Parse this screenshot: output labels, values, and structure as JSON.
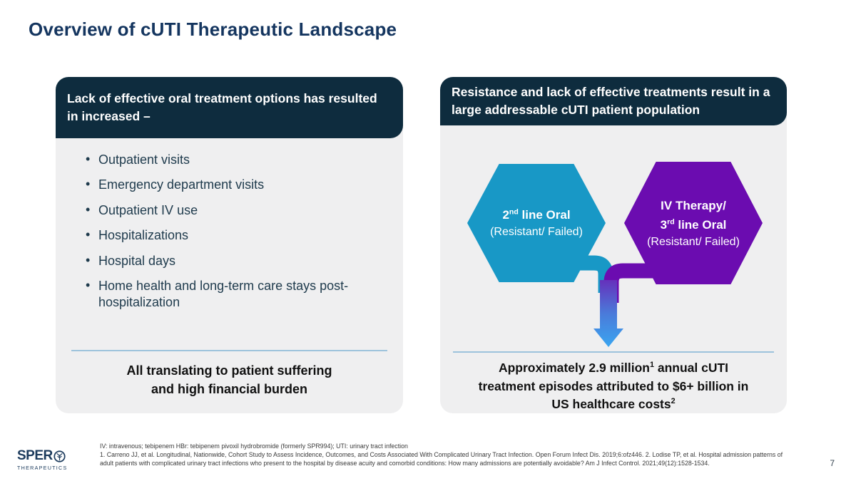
{
  "title": "Overview of cUTI Therapeutic Landscape",
  "page_number": "7",
  "colors": {
    "title": "#14355F",
    "header_bg": "#0E2C3E",
    "panel_bg": "#EFEFF0",
    "bullet_text": "#1E3A4C",
    "hex_teal": "#1898C6",
    "hex_purple": "#6B0CB0",
    "separator": "#9DC3DC",
    "arrow_gradient_top": "#6B21B5",
    "arrow_gradient_bottom": "#3AA5F0"
  },
  "left_panel": {
    "header": "Lack of effective oral treatment options has resulted in increased –",
    "bullets": [
      "Outpatient visits",
      "Emergency department visits",
      "Outpatient IV use",
      "Hospitalizations",
      "Hospital days",
      "Home health and long-term care stays post-hospitalization"
    ],
    "footer_line1": "All translating to patient suffering",
    "footer_line2": "and high financial burden"
  },
  "right_panel": {
    "header": "Resistance and lack of effective treatments result in a large addressable cUTI patient population",
    "hex_oral": {
      "num": "2",
      "sup": "nd",
      "rest": " line Oral",
      "subtitle": "(Resistant/ Failed)"
    },
    "hex_iv": {
      "line1": "IV Therapy/",
      "num": "3",
      "sup": "rd",
      "rest": " line Oral",
      "subtitle": "(Resistant/ Failed)"
    },
    "footer": {
      "l1a": "Approximately 2.9 million",
      "l1sup": "1",
      "l1b": " annual cUTI",
      "l2": "treatment episodes attributed to $6+ billion in",
      "l3a": "US healthcare costs",
      "l3sup": "2"
    }
  },
  "footnotes": {
    "abbreviations": "IV: intravenous; tebipenem HBr: tebipenem pivoxil hydrobromide (formerly SPR994); UTI: urinary tract infection",
    "references": "1. Carreno JJ, et al. Longitudinal, Nationwide, Cohort Study to Assess Incidence, Outcomes, and Costs Associated With Complicated Urinary Tract Infection. Open Forum Infect Dis. 2019;6:ofz446. 2. Lodise TP, et al. Hospital admission patterns of adult patients with complicated urinary tract infections who present to the hospital by disease acuity and comorbid conditions: How many admissions are potentially avoidable? Am J Infect Control. 2021;49(12):1528-1534."
  },
  "logo": {
    "word": "SPER",
    "sub": "THERAPEUTICS"
  }
}
